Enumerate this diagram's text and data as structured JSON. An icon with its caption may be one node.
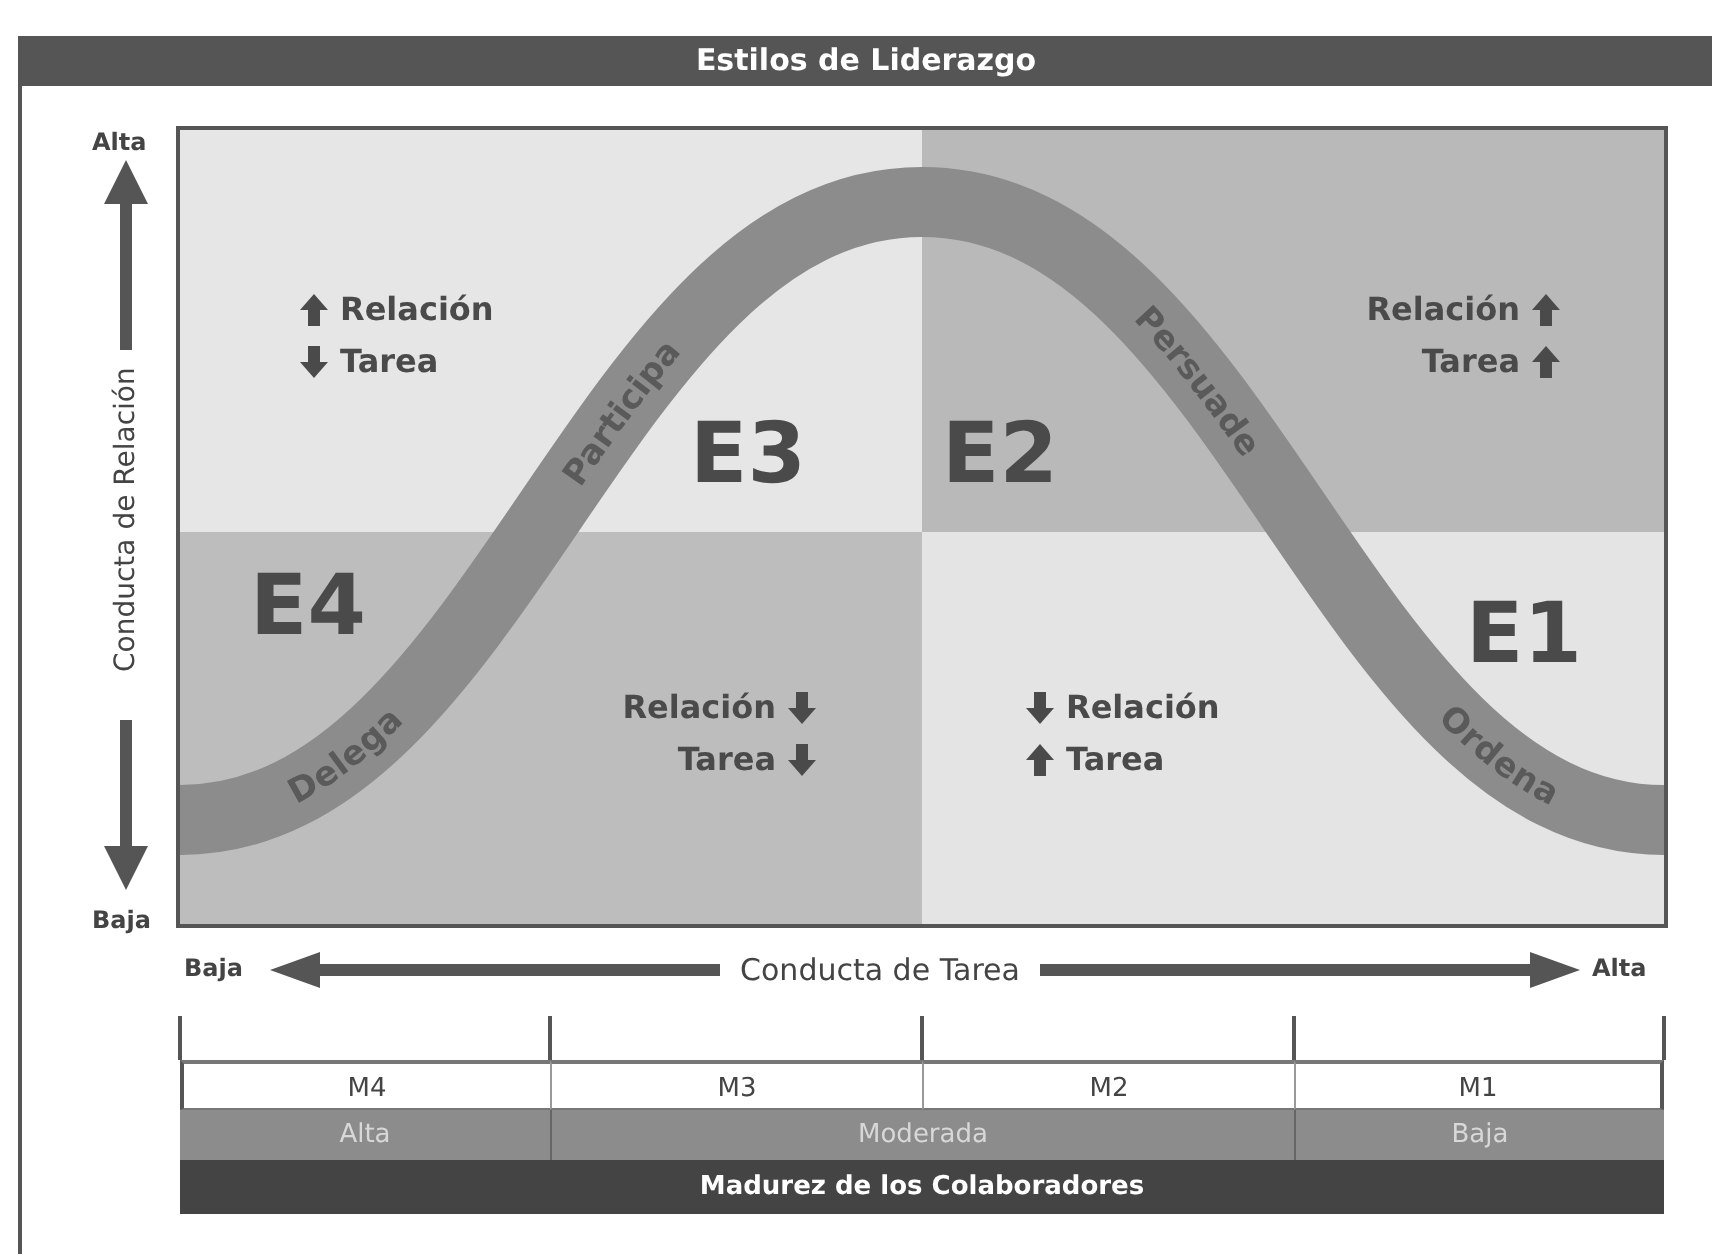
{
  "diagram": {
    "title": "Estilos de Liderazgo",
    "nodes": [
      {
        "text": [
          "Relación",
          "Tarea",
          "E3"
        ]
      },
      {
        "text": [
          "Relación",
          "Tarea",
          "E2"
        ]
      },
      {
        "text": [
          "E4",
          "Relación",
          "Tarea"
        ]
      },
      {
        "text": [
          "E1",
          "Relación",
          "Tarea"
        ]
      }
    ],
    "labels": [
      "Alta",
      "Participa",
      "Persuade",
      "Conducta de Relación",
      "Delega",
      "Ordena",
      "Baja",
      "Baja",
      "Conducta de Tarea",
      "Alta",
      "M4",
      "M3",
      "M2",
      "M1",
      "Alta",
      "Moderada",
      "Baja",
      "Madurez de los Colaboradores"
    ]
  }
}
